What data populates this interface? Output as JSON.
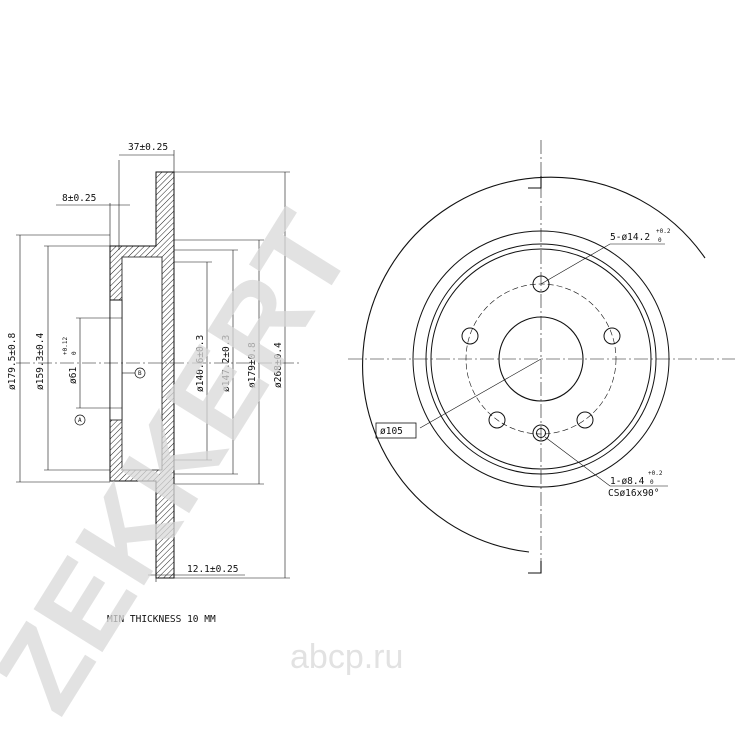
{
  "section": {
    "dim_width_total": "37±0.25",
    "dim_hat_offset": "8±0.25",
    "dim_d_outer": "ø179.5±0.8",
    "dim_d_159": "ø159.3±0.4",
    "dim_d_61": "ø61",
    "dim_d_61_tol_top": "+0.12",
    "dim_d_61_tol_bottom": "0",
    "dim_d_140": "ø140.6±0.3",
    "dim_d_147": "ø147.2±0.3",
    "dim_d_179": "ø179±0.8",
    "dim_d_268": "ø268±0.4",
    "dim_thickness": "12.1±0.25",
    "datum_a": "A",
    "datum_b": "B",
    "min_thickness": "MIN THICKNESS 10 MM"
  },
  "front": {
    "bolt_holes": "5-ø14.2",
    "bolt_holes_tol_top": "+0.2",
    "bolt_holes_tol_bottom": "0",
    "pcd": "ø105",
    "pin_hole": "1-ø8.4",
    "pin_hole_tol_top": "+0.2",
    "pin_hole_tol_bottom": "0",
    "countersink": "CSø16x90°"
  },
  "watermark": {
    "brand": "ZEKKERT",
    "site": "abcp.ru"
  },
  "colors": {
    "line": "#111111",
    "watermark": "#d8d8d8"
  }
}
